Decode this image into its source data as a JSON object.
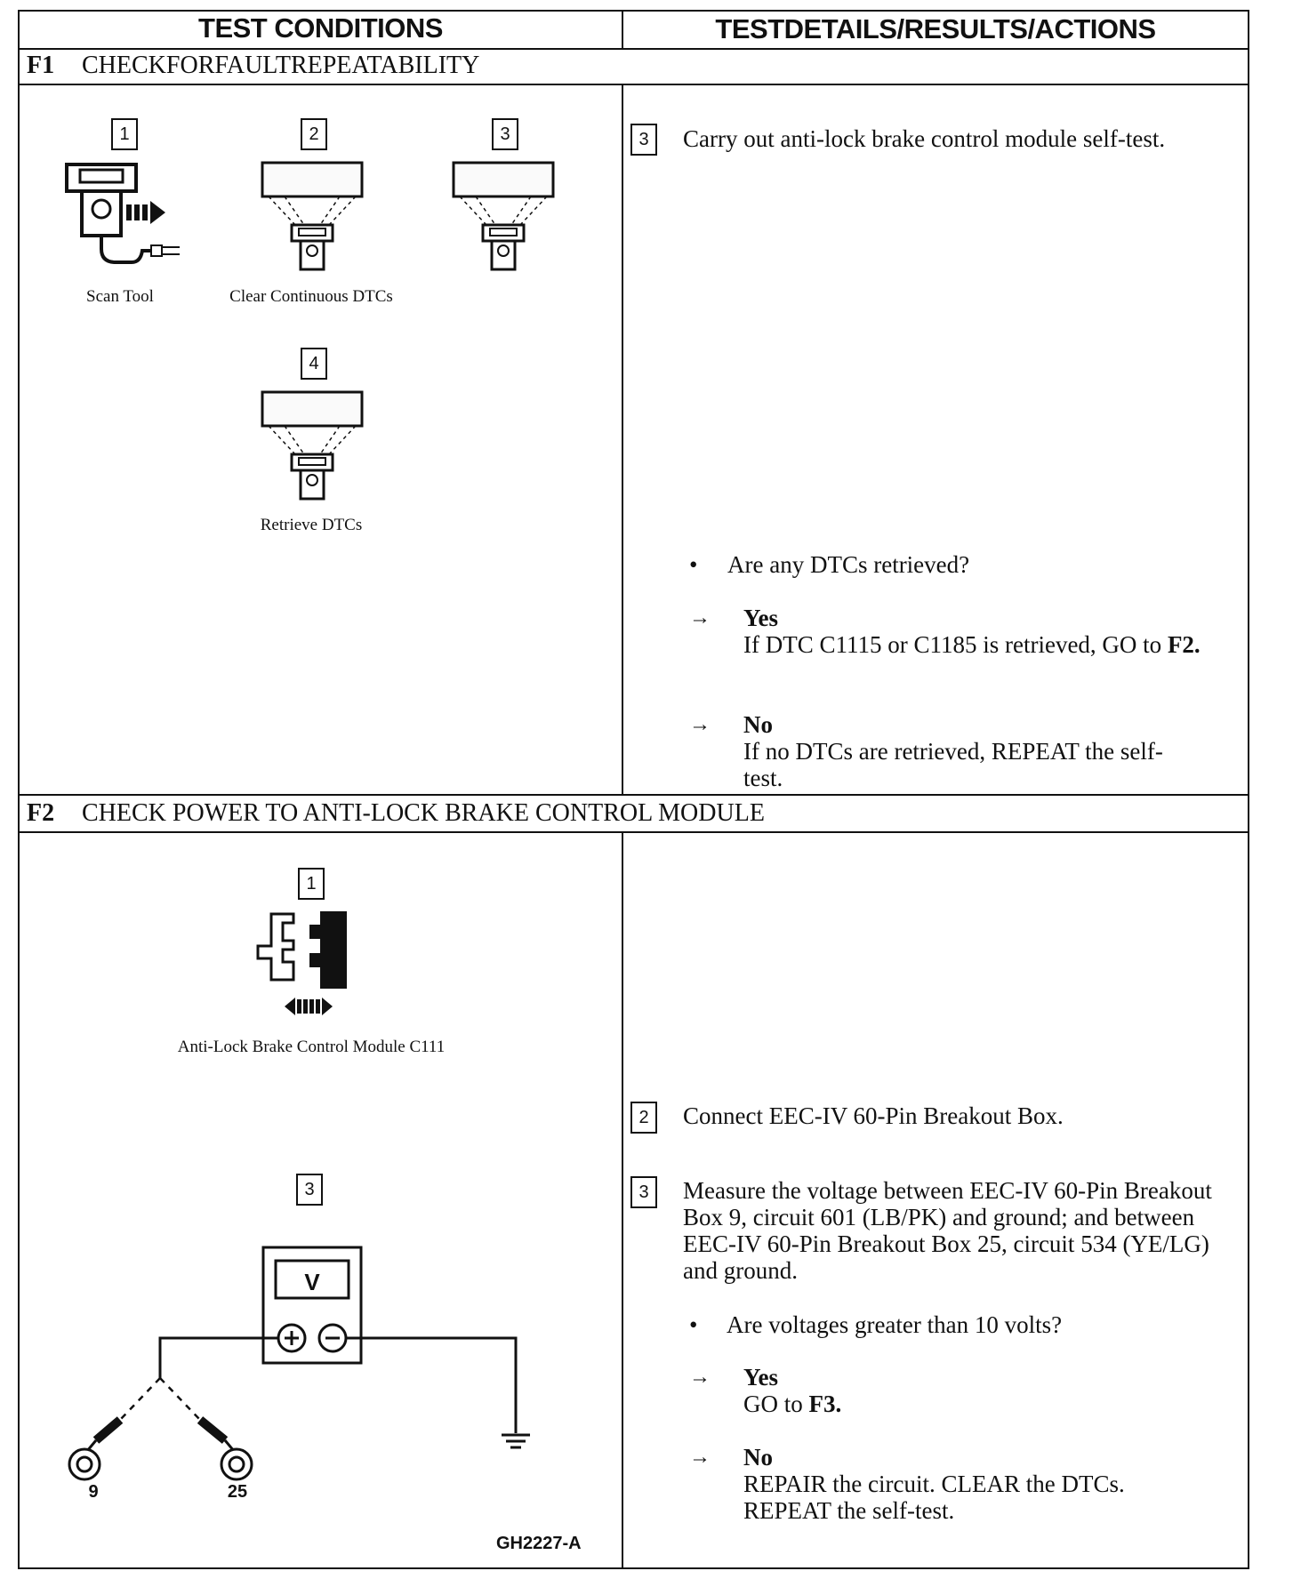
{
  "header": {
    "left": "TEST CONDITIONS",
    "right": "TESTDETAILS/RESULTS/ACTIONS"
  },
  "f1": {
    "id": "F1",
    "title": "CHECKFORFAULTREPEATABILITY",
    "steps": {
      "s1": "1",
      "s2": "2",
      "s3": "3",
      "s4": "4"
    },
    "captions": {
      "scan_tool": "Scan Tool",
      "clear": "Clear Continuous DTCs",
      "retrieve": "Retrieve DTCs"
    },
    "details": {
      "step3_num": "3",
      "step3_text": "Carry out anti-lock brake control module self-test.",
      "question": "Are any DTCs retrieved?",
      "yes_label": "Yes",
      "yes_text": "If DTC C1115 or C1185 is retrieved, GO to",
      "yes_target": "F2.",
      "no_label": "No",
      "no_text": "If no DTCs are retrieved, REPEAT the self-test."
    }
  },
  "f2": {
    "id": "F2",
    "title": "CHECK POWER TO ANTI-LOCK BRAKE CONTROL MODULE",
    "steps": {
      "s1": "1",
      "s3": "3"
    },
    "captions": {
      "module": "Anti-Lock Brake Control Module C111",
      "meter_label": "V",
      "pin_a": "9",
      "pin_b": "25",
      "fig_code": "GH2227-A"
    },
    "details": {
      "step2_num": "2",
      "step2_text": "Connect EEC-IV 60-Pin Breakout Box.",
      "step3_num": "3",
      "step3_text": "Measure the voltage between EEC-IV 60-Pin Breakout Box 9, circuit 601 (LB/PK) and ground; and between EEC-IV 60-Pin Breakout Box 25, circuit 534 (YE/LG) and ground.",
      "question": "Are voltages greater than 10 volts?",
      "yes_label": "Yes",
      "yes_text_pre": "GO to",
      "yes_target": "F3.",
      "no_label": "No",
      "no_text": "REPAIR the circuit. CLEAR the DTCs. REPEAT the self-test."
    }
  }
}
